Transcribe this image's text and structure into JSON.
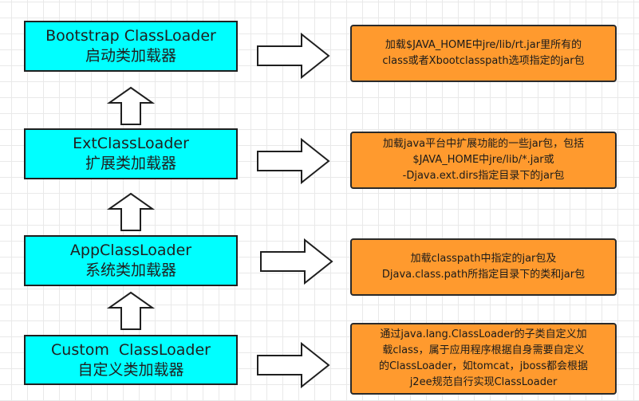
{
  "loaders": [
    {
      "name": "Bootstrap ClassLoader",
      "cn": "启动类加载器"
    },
    {
      "name": "ExtClassLoader",
      "cn": "扩展类加载器"
    },
    {
      "name": "AppClassLoader",
      "cn": "系统类加载器"
    },
    {
      "name": "Custom  ClassLoader",
      "cn": "自定义类加载器"
    }
  ],
  "descriptions": [
    {
      "lines": [
        "加载$JAVA_HOME中jre/lib/rt.jar里所有的",
        "class或者Xbootclasspath选项指定的jar包"
      ]
    },
    {
      "lines": [
        "加载java平台中扩展功能的一些jar包，包括",
        "$JAVA_HOME中jre/lib/*.jar或",
        "-Djava.ext.dirs指定目录下的jar包"
      ]
    },
    {
      "lines": [
        "加载classpath中指定的jar包及",
        "Djava.class.path所指定目录下的类和jar包"
      ]
    },
    {
      "lines": [
        "通过java.lang.ClassLoader的子类自定义加",
        "载class，属于应用程序根据自身需要自定义",
        "的ClassLoader，如tomcat，jboss都会根据",
        "j2ee规范自行实现ClassLoader"
      ]
    }
  ],
  "colors": {
    "loader_fill": "#00ffff",
    "description_fill": "#ff9a2e",
    "arrow_fill": "#ffffff",
    "outline": "#1f1f1f"
  },
  "icons": {
    "right_arrow": "right-arrow-icon",
    "up_arrow": "up-arrow-icon"
  }
}
